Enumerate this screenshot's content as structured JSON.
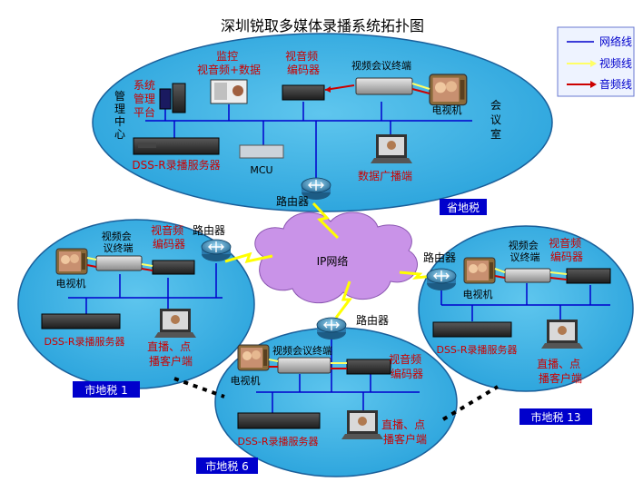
{
  "title": "深圳锐取多媒体录播系统拓扑图",
  "legend": {
    "items": [
      {
        "label": "网络线",
        "color": "#0000cc"
      },
      {
        "label": "视频线",
        "color": "#ffff66"
      },
      {
        "label": "音频线",
        "color": "#cc0000"
      }
    ]
  },
  "cloud": {
    "label": "IP网络"
  },
  "top": {
    "mgmt_v": "管理中心",
    "mgmt_platform": [
      "系统",
      "管理",
      "平台"
    ],
    "monitor": [
      "监控",
      "视音频+数据"
    ],
    "encoder": [
      "视音频",
      "编码器"
    ],
    "vc_terminal": "视频会议终端",
    "tv": "电视机",
    "meeting_room_v": "会议室",
    "dss": "DSS-R录播服务器",
    "mcu": "MCU",
    "data_bcast": "数据广播端",
    "router": "路由器",
    "site_label": "省地税"
  },
  "left": {
    "vc_terminal": [
      "视频会",
      "议终端"
    ],
    "encoder": [
      "视音频",
      "编码器"
    ],
    "router": "路由器",
    "tv": "电视机",
    "dss": "DSS-R录播服务器",
    "client": [
      "直播、点",
      "播客户端"
    ],
    "site_label": "市地税 1"
  },
  "right": {
    "router": "路由器",
    "vc_terminal": [
      "视频会",
      "议终端"
    ],
    "encoder": [
      "视音频",
      "编码器"
    ],
    "tv": "电视机",
    "dss": "DSS-R录播服务器",
    "client": [
      "直播、点",
      "播客户端"
    ],
    "site_label": "市地税 13"
  },
  "bottom": {
    "router": "路由器",
    "vc_terminal": "视频会议终端",
    "tv": "电视机",
    "encoder": [
      "视音频",
      "编码器"
    ],
    "dss": "DSS-R录播服务器",
    "client": [
      "直播、点",
      "播客户端"
    ],
    "site_label": "市地税 6"
  }
}
